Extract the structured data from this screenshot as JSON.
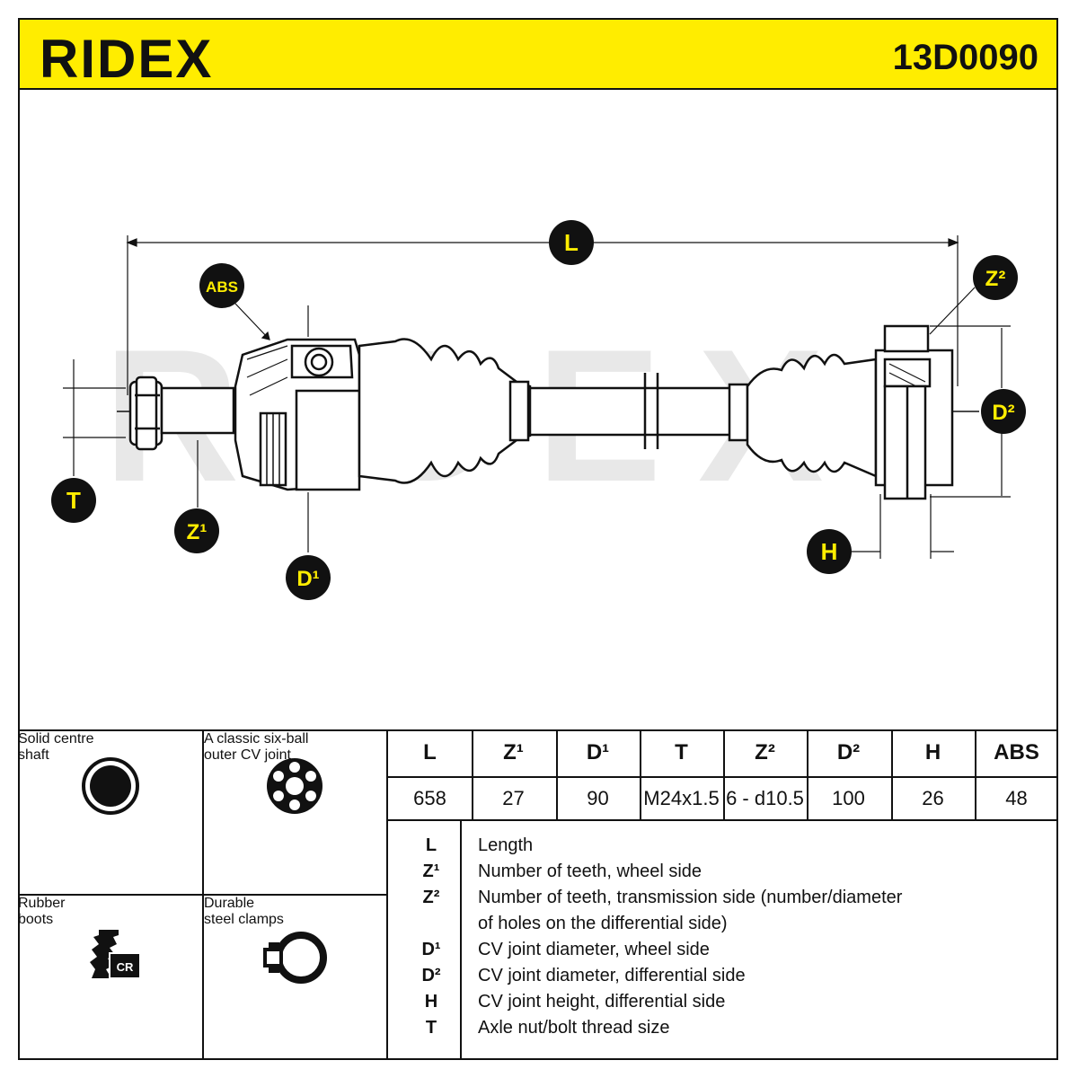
{
  "header": {
    "brand": "RIDEX",
    "part_number": "13D0090"
  },
  "diagram_labels": {
    "L": "L",
    "ABS": "ABS",
    "Z2": "Z²",
    "D2": "D²",
    "T": "T",
    "Z1": "Z¹",
    "D1": "D¹",
    "H": "H",
    "watermark": "RIDEX"
  },
  "features": [
    {
      "icon": "solid-shaft-icon",
      "line1": "Solid centre",
      "line2": "shaft"
    },
    {
      "icon": "six-ball-joint-icon",
      "line1": "A classic six-ball",
      "line2": "outer CV joint"
    },
    {
      "icon": "rubber-boot-icon",
      "badge": "CR",
      "line1": "Rubber",
      "line2": "boots"
    },
    {
      "icon": "steel-clamp-icon",
      "line1": "Durable",
      "line2": "steel clamps"
    }
  ],
  "specs": {
    "headers": [
      "L",
      "Z¹",
      "D¹",
      "T",
      "Z²",
      "D²",
      "H",
      "ABS"
    ],
    "values": [
      "658",
      "27",
      "90",
      "M24x1.5",
      "6 - d10.5",
      "100",
      "26",
      "48"
    ]
  },
  "legend": [
    {
      "key": "L",
      "lines": [
        "Length"
      ]
    },
    {
      "key": "Z¹",
      "lines": [
        "Number of teeth, wheel side"
      ]
    },
    {
      "key": "Z²",
      "lines": [
        "Number of teeth, transmission side (number/diameter",
        "of holes on the differential side)"
      ]
    },
    {
      "key": "D¹",
      "lines": [
        "CV joint diameter, wheel side"
      ]
    },
    {
      "key": "D²",
      "lines": [
        "CV joint diameter, differential side"
      ]
    },
    {
      "key": "H",
      "lines": [
        "CV joint height, differential side"
      ]
    },
    {
      "key": "T",
      "lines": [
        "Axle nut/bolt thread size"
      ]
    }
  ],
  "colors": {
    "accent": "#ffed00",
    "ink": "#111111",
    "watermark": "#e6e6e6"
  }
}
